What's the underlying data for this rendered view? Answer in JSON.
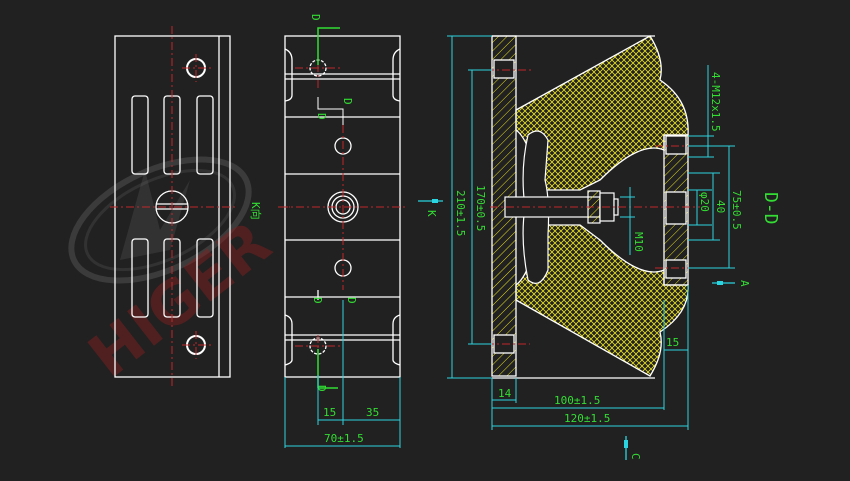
{
  "drawing": {
    "section_title": "D-D",
    "watermark": "HIGER",
    "colors": {
      "background": "#212121",
      "outline": "#ffffff",
      "centerline": "#c0282a",
      "dimension": "#2ad4e0",
      "text": "#33dd33",
      "hatch": "#e8e020"
    },
    "left_view": {
      "view_label": "K向"
    },
    "middle_view": {
      "section_marker_top": "D",
      "section_marker_mid": "D",
      "section_marker_bottom": "D",
      "view_arrow_label": "K",
      "dimensions": {
        "d15": "15",
        "d35": "35",
        "width": "70±1.5"
      }
    },
    "section_view": {
      "dimensions": {
        "height_outer": "210±1.5",
        "height_inner": "170±0.5",
        "bolt": "M10",
        "bore": "φ20",
        "d40": "40",
        "d75": "75±0.5",
        "thread": "4-M12x1.5",
        "flange_thickness": "14",
        "flange_right": "15",
        "width_inner": "100±1.5",
        "width_outer": "120±1.5"
      },
      "view_arrow_A": "A",
      "view_arrow_C": "C"
    }
  }
}
